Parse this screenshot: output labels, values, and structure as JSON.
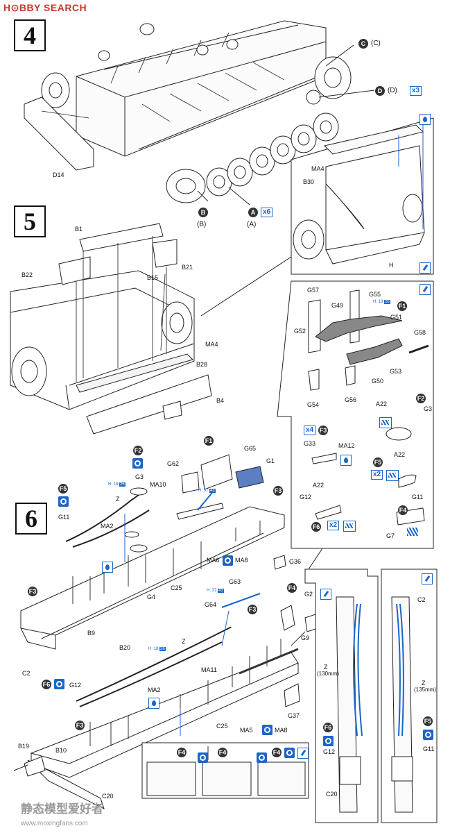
{
  "header": {
    "brand": "H⊙BBY SEARCH",
    "brand_color": "#c0392b"
  },
  "steps": [
    "4",
    "5",
    "6"
  ],
  "step4": {
    "labels": [
      "D14"
    ],
    "callouts": [
      {
        "letter": "C",
        "paren": "(C)"
      },
      {
        "letter": "D",
        "paren": "(D)",
        "qty": "x3"
      },
      {
        "letter": "B",
        "paren": "(B)"
      },
      {
        "letter": "A",
        "paren": "(A)",
        "qty": "x6"
      }
    ],
    "detail_labels": [
      "MA4",
      "B30",
      "H"
    ]
  },
  "step5": {
    "labels": [
      "B1",
      "B21",
      "B22",
      "B15",
      "MA4",
      "B28",
      "B4"
    ]
  },
  "sub_f1": {
    "labels": [
      "G57",
      "G55",
      "G49",
      "G51",
      "G52",
      "G58",
      "G53",
      "G54",
      "G50",
      "G56",
      "F1"
    ],
    "height_note": {
      "h": "H: 18",
      "v": "26"
    }
  },
  "sub_f2": {
    "labels": [
      "A22",
      "F2",
      "G3"
    ]
  },
  "sub_f3": {
    "labels": [
      "F3",
      "G33",
      "MA12"
    ],
    "qty": "x4"
  },
  "sub_f5": {
    "labels": [
      "F5",
      "A22",
      "G11"
    ],
    "qty": "x2"
  },
  "sub_f6": {
    "labels": [
      "A22",
      "G12",
      "F6"
    ],
    "qty": "x2"
  },
  "sub_f4": {
    "labels": [
      "F4",
      "G7"
    ]
  },
  "step6": {
    "labels_top": [
      "F1",
      "G65",
      "G1",
      "F2",
      "G62",
      "G3",
      "F5",
      "MA10",
      "F3",
      "Z",
      "G11",
      "MA2",
      "G4",
      "MA6",
      "MA8",
      "G36",
      "C25",
      "F3"
    ],
    "height_notes": [
      {
        "h": "H: 18",
        "v": "26"
      },
      {
        "h": "H: 37",
        "v": "43"
      },
      {
        "h": "H: 37",
        "v": "43"
      },
      {
        "h": "H: 18",
        "v": "26"
      }
    ],
    "labels_bottom": [
      "G63",
      "F4",
      "G2",
      "G64",
      "F3",
      "G9",
      "B9",
      "B20",
      "Z",
      "C2",
      "MA11",
      "F6",
      "G12",
      "MA2",
      "C25",
      "G37",
      "F3",
      "MA5",
      "MA8",
      "B19",
      "B10",
      "C20"
    ],
    "inset_labels": [
      "F4",
      "F4",
      "F4"
    ]
  },
  "right_panels": {
    "left": {
      "labels": [
        "Z",
        "(130mm)",
        "F6",
        "G12",
        "C20"
      ]
    },
    "right": {
      "labels": [
        "C2",
        "Z",
        "(135mm)",
        "F5",
        "G11"
      ]
    }
  },
  "watermark": {
    "cn": "静态模型爱好者",
    "url": "www.moxingfans.com"
  }
}
